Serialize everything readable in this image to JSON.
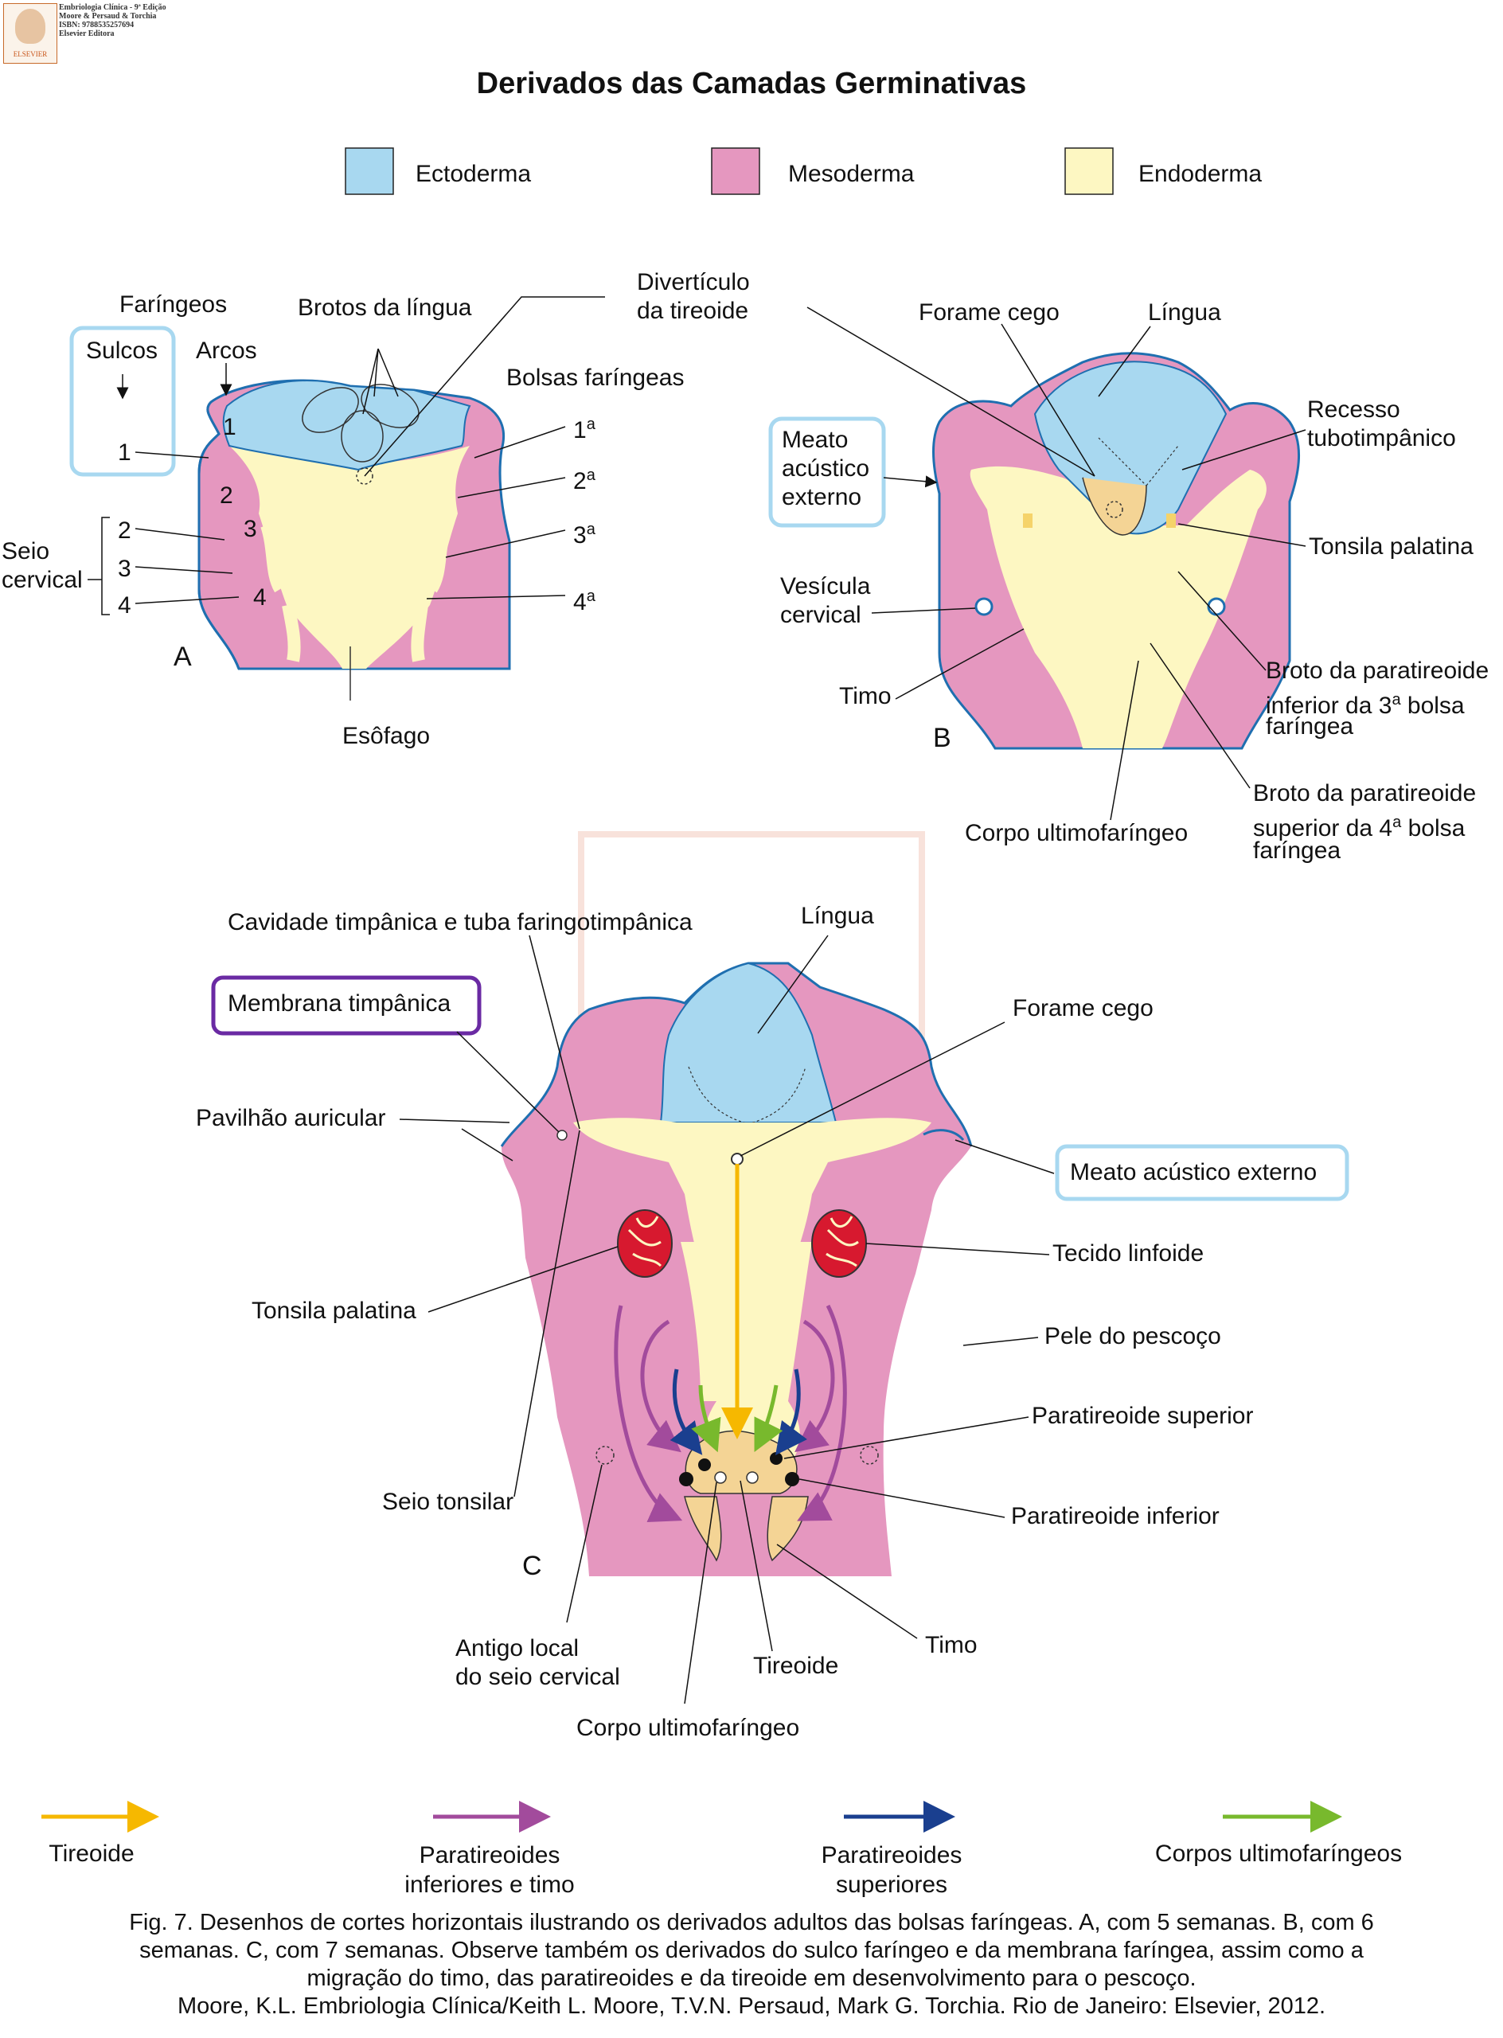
{
  "publisher": {
    "lines": [
      "Embriologia Clínica - 9ª Edição",
      "Moore & Persaud & Torchia",
      "ISBN: 9788535257694",
      "Elsevier Editora"
    ],
    "logo_text": "ELSEVIER"
  },
  "title": "Derivados das Camadas Germinativas",
  "legend_layers": [
    {
      "label": "Ectoderma",
      "color": "#a8d8f0"
    },
    {
      "label": "Mesoderma",
      "color": "#e597bf"
    },
    {
      "label": "Endoderma",
      "color": "#fdf7c2"
    }
  ],
  "panel_a": {
    "letter": "A",
    "faringeos": "Faríngeos",
    "sulcos": "Sulcos",
    "arcos": "Arcos",
    "brotos": "Brotos da língua",
    "diverticulo_1": "Divertículo",
    "diverticulo_2": "da tireoide",
    "bolsas": "Bolsas faríngeas",
    "seio_1": "Seio",
    "seio_2": "cervical",
    "esofago": "Esôfago",
    "groove_1": "1",
    "groove_2": "2",
    "groove_3": "3",
    "groove_4": "4",
    "arch_1": "1",
    "arch_2": "2",
    "arch_3": "3",
    "arch_4": "4",
    "pouch_1": "1",
    "pouch_2": "2",
    "pouch_3": "3",
    "pouch_4": "4",
    "ord": "a"
  },
  "panel_b": {
    "letter": "B",
    "forame": "Forame cego",
    "lingua": "Língua",
    "recesso_1": "Recesso",
    "recesso_2": "tubotimpânico",
    "meato_1": "Meato",
    "meato_2": "acústico",
    "meato_3": "externo",
    "tonsila": "Tonsila palatina",
    "vesicula_1": "Vesícula",
    "vesicula_2": "cervical",
    "timo": "Timo",
    "broto_inf_1": "Broto da paratireoide",
    "broto_inf_2a": "inferior da 3",
    "broto_inf_2b": "a",
    "broto_inf_2c": " bolsa",
    "broto_inf_3": "faríngea",
    "broto_sup_1": "Broto da paratireoide",
    "broto_sup_2a": "superior da 4",
    "broto_sup_2b": "a",
    "broto_sup_2c": " bolsa",
    "broto_sup_3": "faríngea",
    "corpo": "Corpo ultimofaríngeo"
  },
  "panel_c": {
    "letter": "C",
    "cavidade": "Cavidade timpânica e tuba faringotimpânica",
    "lingua": "Língua",
    "membrana": "Membrana timpânica",
    "forame": "Forame cego",
    "pavilhao": "Pavilhão auricular",
    "meato": "Meato acústico externo",
    "tecido": "Tecido linfoide",
    "tonsila": "Tonsila palatina",
    "pele": "Pele do pescoço",
    "para_sup": "Paratireoide superior",
    "seio_tonsilar": "Seio tonsilar",
    "para_inf": "Paratireoide inferior",
    "antigo_1": "Antigo local",
    "antigo_2": "do seio cervical",
    "tireoide": "Tireoide",
    "timo": "Timo",
    "corpo": "Corpo ultimofaríngeo"
  },
  "arrow_legend": [
    {
      "label_1": "Tireoide",
      "label_2": "",
      "color": "#f6b800"
    },
    {
      "label_1": "Paratireoides",
      "label_2": "inferiores e timo",
      "color": "#a24b9c"
    },
    {
      "label_1": "Paratireoides",
      "label_2": "superiores",
      "color": "#1a3f8f"
    },
    {
      "label_1": "Corpos ultimofaríngeos",
      "label_2": "",
      "color": "#78b92d"
    }
  ],
  "caption": {
    "line1": "Fig. 7. Desenhos de cortes horizontais ilustrando os derivados adultos das bolsas faríngeas. A, com 5 semanas. B, com 6",
    "line2": "semanas. C, com 7 semanas. Observe também os derivados do sulco faríngeo e da membrana faríngea, assim como a",
    "line3": "migração do timo, das paratireoides e da tireoide em desenvolvimento para o pescoço.",
    "line4": "Moore, K.L. Embriologia Clínica/Keith L. Moore, T.V.N. Persaud, Mark G. Torchia. Rio de Janeiro: Elsevier, 2012."
  }
}
